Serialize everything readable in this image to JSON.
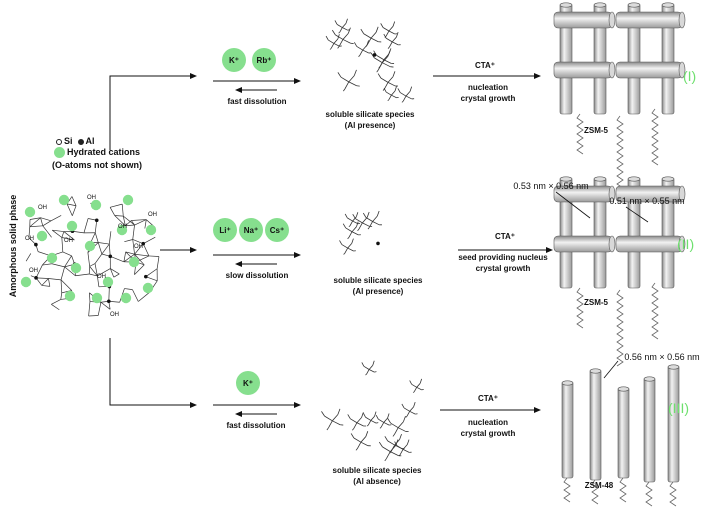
{
  "figure": {
    "phase_label": "Amorphous solid phase",
    "legend": {
      "si": "Si",
      "al": "Al",
      "hydrated": "Hydrated cations",
      "note": "(O-atoms not shown)"
    },
    "oh_label": "OH",
    "colors": {
      "cation_green": "#86df8e",
      "roman_green": "#6ee06e"
    }
  },
  "routes": [
    {
      "cations": [
        "K⁺",
        "Rb⁺"
      ],
      "dissolution": "fast dissolution",
      "species": "soluble silicate species",
      "condition": "(Al presence)",
      "template": "CTA⁺",
      "steps": [
        "nucleation",
        "crystal growth"
      ],
      "product": "ZSM-5",
      "numeral": "(I)"
    },
    {
      "cations": [
        "Li⁺",
        "Na⁺",
        "Cs⁺"
      ],
      "dissolution": "slow dissolution",
      "species": "soluble silicate species",
      "condition": "(Al presence)",
      "template": "CTA⁺",
      "steps": [
        "seed providing nucleus",
        "crystal growth"
      ],
      "product": "ZSM-5",
      "numeral": "(II)",
      "pores": [
        "0.53 nm × 0.56 nm",
        "0.51 nm × 0.55 nm"
      ]
    },
    {
      "cations": [
        "K⁺"
      ],
      "dissolution": "fast dissolution",
      "species": "soluble silicate species",
      "condition": "(Al absence)",
      "template": "CTA⁺",
      "steps": [
        "nucleation",
        "crystal growth"
      ],
      "product": "ZSM-48",
      "numeral": "(III)",
      "pores": [
        "0.56 nm × 0.56 nm"
      ]
    }
  ]
}
